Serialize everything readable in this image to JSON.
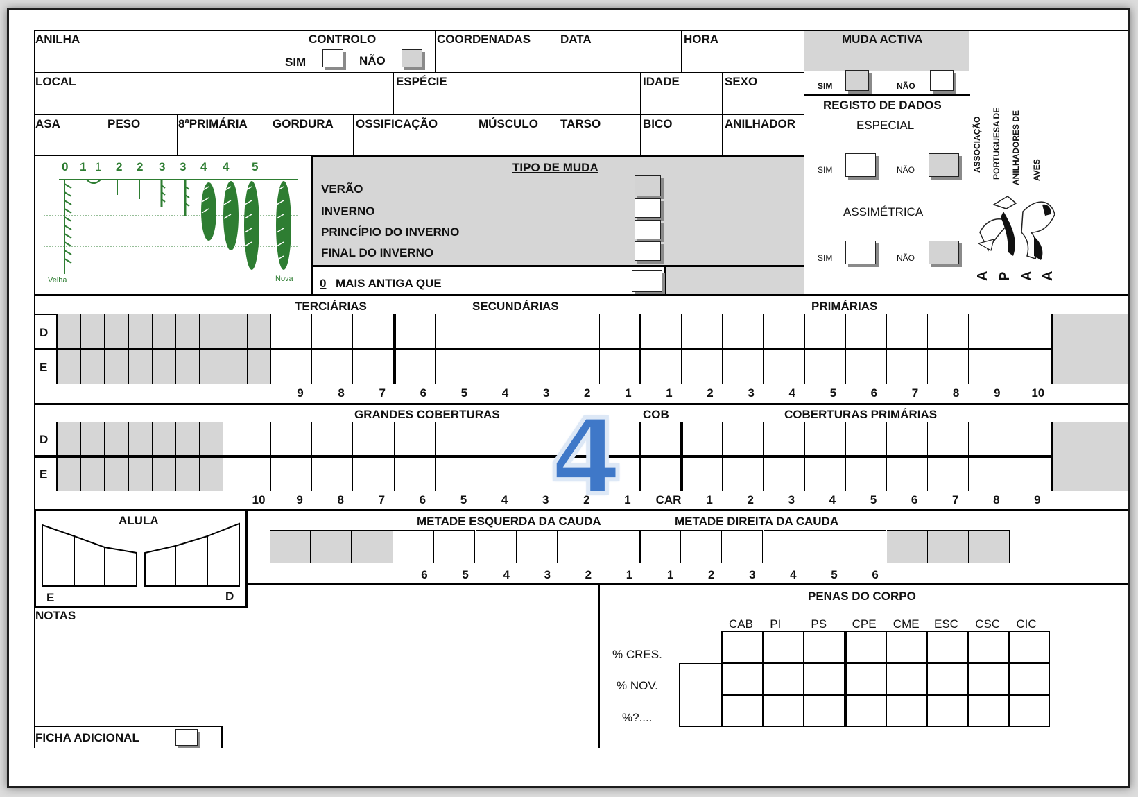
{
  "header": {
    "anilha": "ANILHA",
    "controlo": "CONTROLO",
    "sim": "SIM",
    "nao": "NÃO",
    "coordenadas": "COORDENADAS",
    "data": "DATA",
    "hora": "HORA",
    "muda_activa": "MUDA ACTIVA",
    "local": "LOCAL",
    "especie": "ESPÉCIE",
    "idade": "IDADE",
    "sexo": "SEXO",
    "sim_small": "SIM",
    "nao_small": "NÃO",
    "asa": "ASA",
    "peso": "PESO",
    "oitava_primaria": "8ªPRIMÁRIA",
    "gordura": "GORDURA",
    "ossificacao": "OSSIFICAÇÃO",
    "musculo": "MÚSCULO",
    "tarso": "TARSO",
    "bico": "BICO",
    "anilhador": "ANILHADOR"
  },
  "registo": {
    "title": "REGISTO DE DADOS",
    "especial": "ESPECIAL",
    "assimetrica": "ASSIMÉTRICA",
    "sim": "SIM",
    "nao": "NÃO"
  },
  "logo": {
    "line1": "ASSOCIAÇÃO",
    "line2": "PORTUGUESA DE",
    "line3": "ANILHADORES DE",
    "line4": "AVES",
    "acronym": "APAA"
  },
  "feather_scale": {
    "scores": [
      "0",
      "1",
      "1",
      "2",
      "2",
      "3",
      "3",
      "4",
      "4",
      "5"
    ],
    "velha": "Velha",
    "nova": "Nova",
    "color": "#2e7d32"
  },
  "tipo_muda": {
    "title": "TIPO DE MUDA",
    "options": [
      "VERÃO",
      "INVERNO",
      "PRINCÍPIO DO INVERNO",
      "FINAL DO INVERNO"
    ],
    "mais_antiga_num": "0",
    "mais_antiga_label": "MAIS ANTIGA QUE"
  },
  "remiges": {
    "terciarias": "TERCIÁRIAS",
    "secundarias": "SECUNDÁRIAS",
    "primarias": "PRIMÁRIAS",
    "row_d": "D",
    "row_e": "E",
    "numbers": [
      "9",
      "8",
      "7",
      "6",
      "5",
      "4",
      "3",
      "2",
      "1",
      "1",
      "2",
      "3",
      "4",
      "5",
      "6",
      "7",
      "8",
      "9",
      "10"
    ]
  },
  "coberturas": {
    "grandes": "GRANDES COBERTURAS",
    "cob": "COB",
    "primarias": "COBERTURAS PRIMÁRIAS",
    "row_d": "D",
    "row_e": "E",
    "numbers": [
      "10",
      "9",
      "8",
      "7",
      "6",
      "5",
      "4",
      "3",
      "2",
      "1",
      "CAR",
      "1",
      "2",
      "3",
      "4",
      "5",
      "6",
      "7",
      "8",
      "9"
    ]
  },
  "alula": {
    "title": "ALULA",
    "left": "E",
    "right": "D"
  },
  "cauda": {
    "esquerda": "METADE ESQUERDA DA CAUDA",
    "direita": "METADE DIREITA DA CAUDA",
    "numbers": [
      "6",
      "5",
      "4",
      "3",
      "2",
      "1",
      "1",
      "2",
      "3",
      "4",
      "5",
      "6"
    ]
  },
  "notas": "NOTAS",
  "ficha_adicional": "FICHA ADICIONAL",
  "penas_corpo": {
    "title": "PENAS DO CORPO",
    "columns": [
      "CAB",
      "PI",
      "PS",
      "CPE",
      "CME",
      "ESC",
      "CSC",
      "CIC"
    ],
    "rows": [
      "% CRES.",
      "% NOV.",
      "%?...."
    ]
  },
  "overlay_number": "4"
}
